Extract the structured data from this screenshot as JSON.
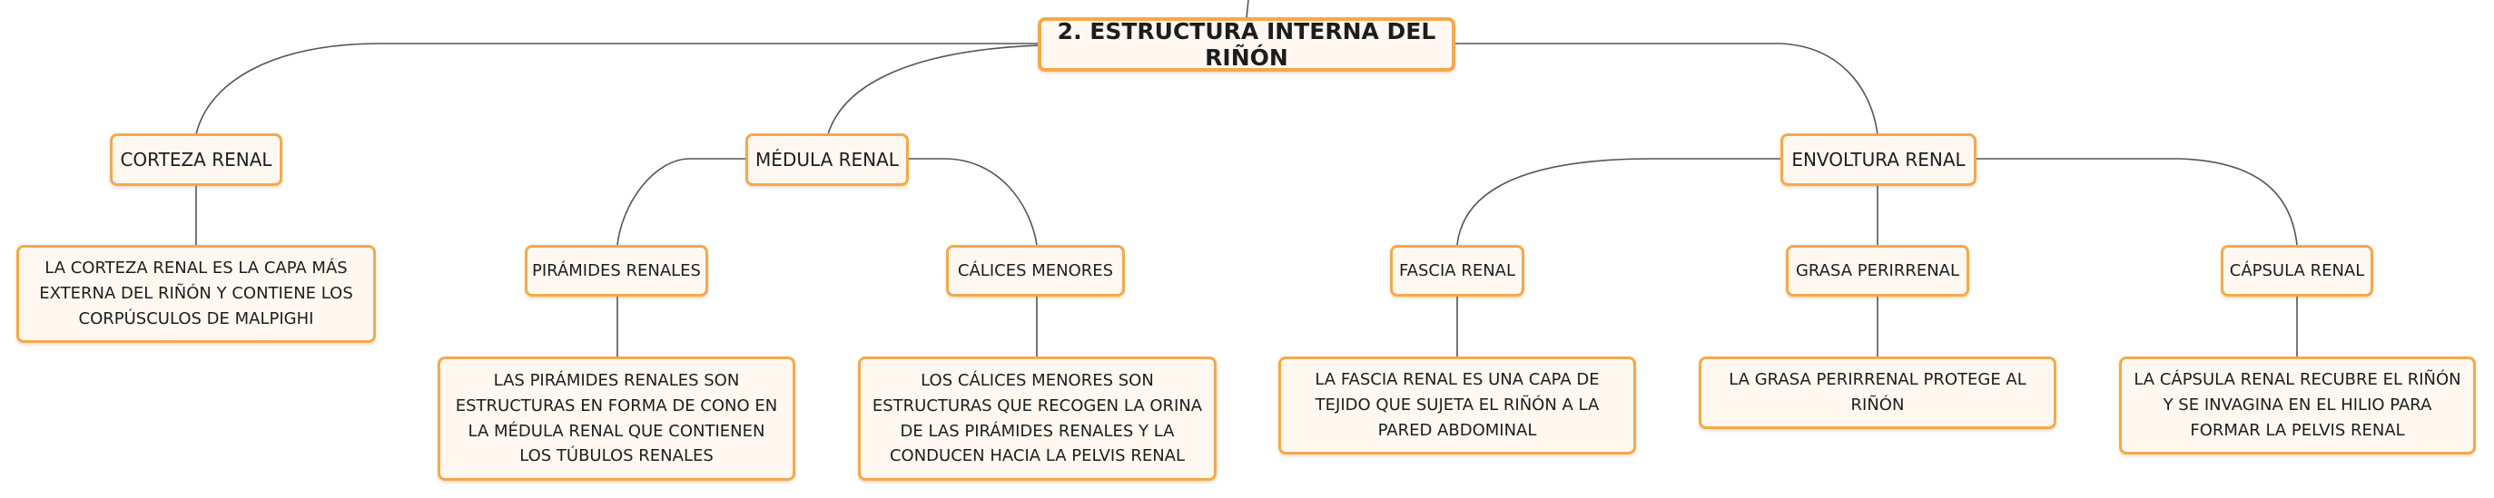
{
  "title": "2. ESTRUCTURA INTERNA DEL RIÑÓN",
  "corteza": {
    "label": "CORTEZA RENAL",
    "desc": "LA CORTEZA RENAL ES LA CAPA MÁS EXTERNA DEL RIÑÓN Y CONTIENE LOS CORPÚSCULOS DE MALPIGHI"
  },
  "medula": {
    "label": "MÉDULA RENAL",
    "piramides": {
      "label": "PIRÁMIDES RENALES",
      "desc": "LAS PIRÁMIDES RENALES SON ESTRUCTURAS EN FORMA DE CONO EN LA MÉDULA RENAL QUE CONTIENEN LOS TÚBULOS RENALES"
    },
    "calices": {
      "label": "CÁLICES MENORES",
      "desc": "LOS CÁLICES MENORES SON ESTRUCTURAS QUE RECOGEN LA ORINA DE LAS PIRÁMIDES RENALES Y LA CONDUCEN HACIA LA PELVIS RENAL"
    }
  },
  "envoltura": {
    "label": "ENVOLTURA RENAL",
    "fascia": {
      "label": "FASCIA RENAL",
      "desc": "LA FASCIA RENAL ES UNA CAPA DE TEJIDO QUE SUJETA EL RIÑÓN A LA PARED ABDOMINAL"
    },
    "grasa": {
      "label": "GRASA PERIRRENAL",
      "desc": "LA GRASA PERIRRENAL PROTEGE AL RIÑÓN"
    },
    "capsula": {
      "label": "CÁPSULA RENAL",
      "desc": "LA CÁPSULA RENAL RECUBRE EL RIÑÓN Y SE INVAGINA EN EL HILIO PARA FORMAR LA PELVIS RENAL"
    }
  },
  "colors": {
    "border": "#f5a94a",
    "fill": "#fff8f1",
    "line": "#555555"
  }
}
